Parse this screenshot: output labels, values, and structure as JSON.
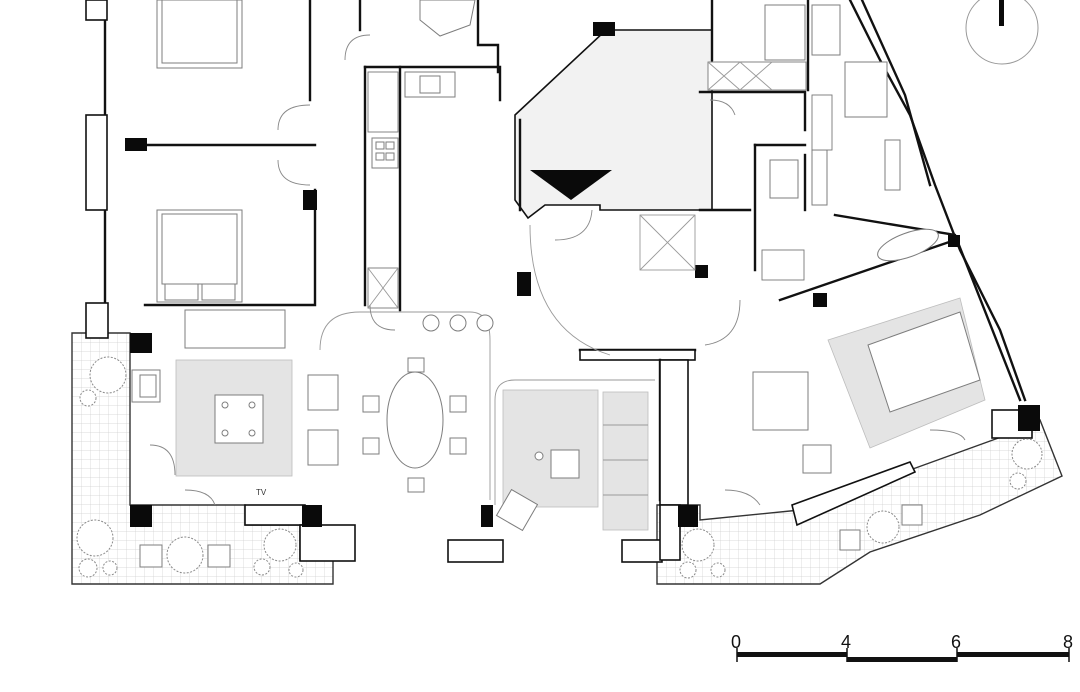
{
  "plan": {
    "tv_label": "TV",
    "scale_bar": {
      "ticks": [
        "0",
        "4",
        "6",
        "8"
      ]
    }
  }
}
